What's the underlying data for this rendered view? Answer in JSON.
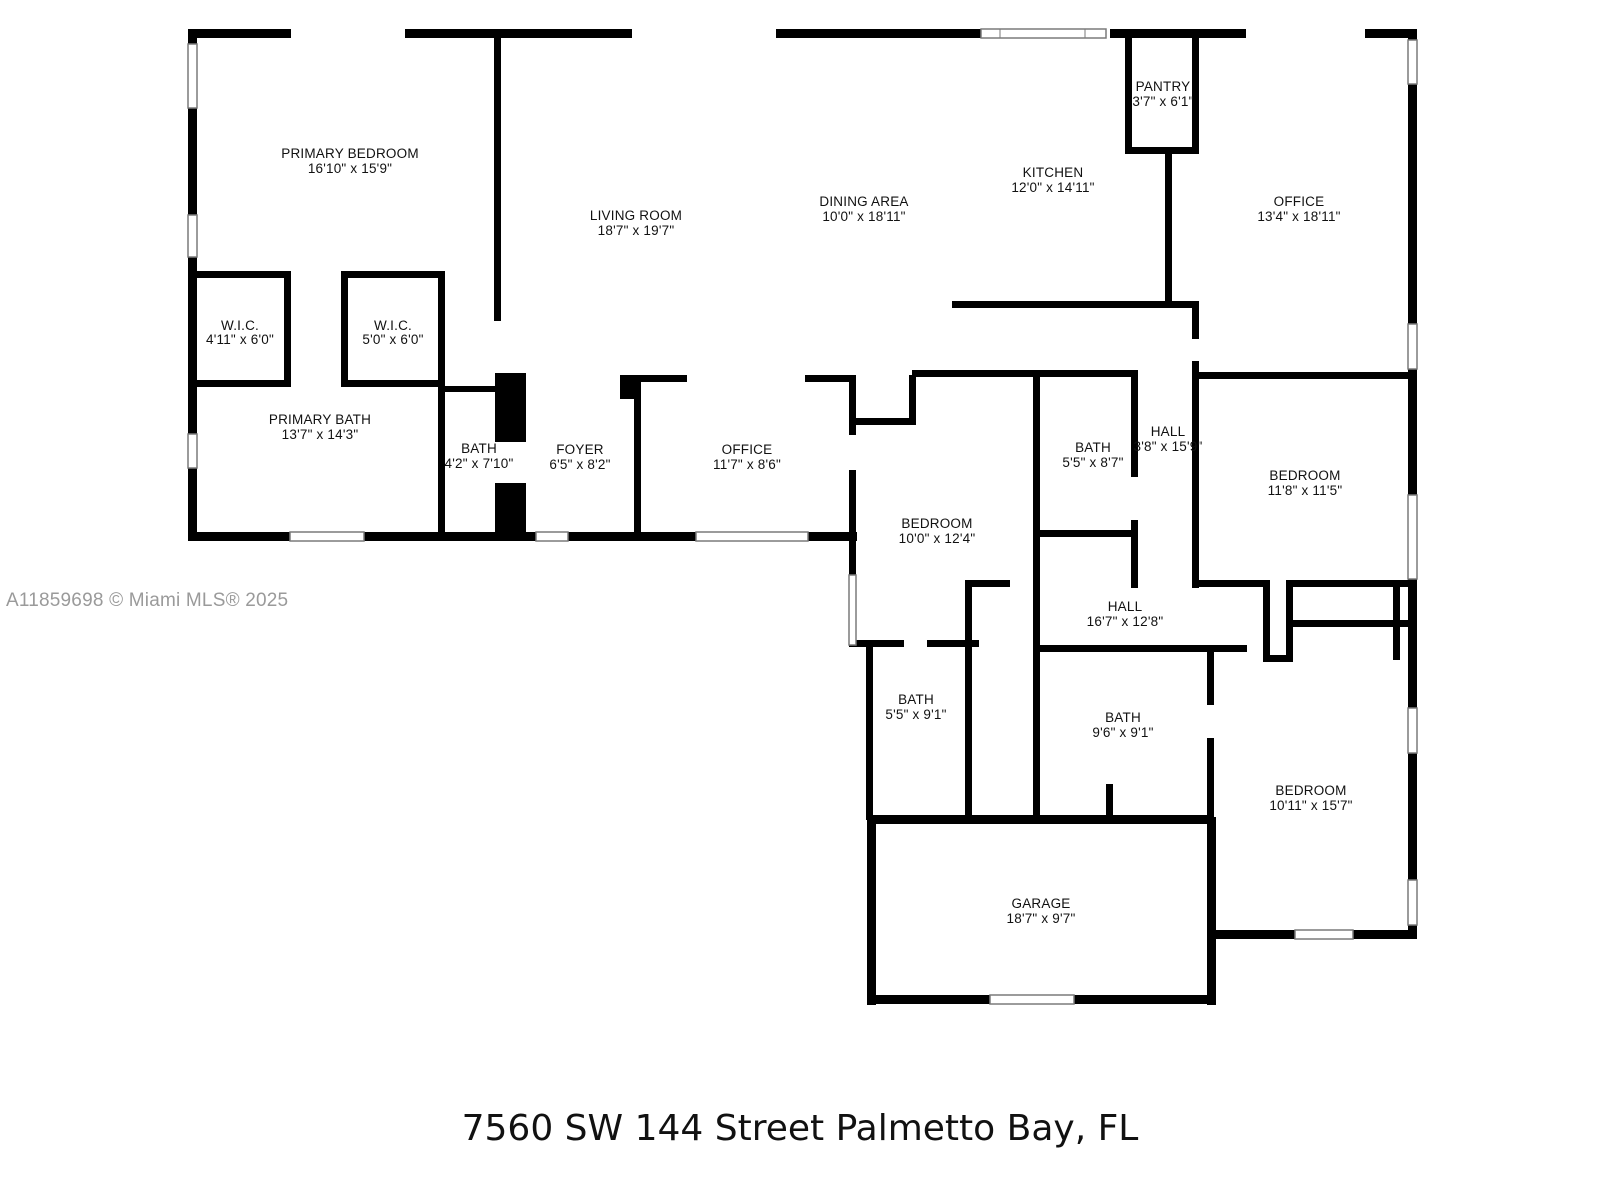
{
  "address": "7560 SW 144 Street Palmetto Bay, FL",
  "watermark": "A11859698 © Miami MLS® 2025",
  "rooms": {
    "primary_bedroom": {
      "name": "PRIMARY BEDROOM",
      "dims": "16'10\" x 15'9\""
    },
    "living_room": {
      "name": "LIVING ROOM",
      "dims": "18'7\" x 19'7\""
    },
    "dining_area": {
      "name": "DINING AREA",
      "dims": "10'0\" x 18'11\""
    },
    "kitchen": {
      "name": "KITCHEN",
      "dims": "12'0\" x 14'11\""
    },
    "pantry": {
      "name": "PANTRY",
      "dims": "3'7\" x 6'1\""
    },
    "office_ne": {
      "name": "OFFICE",
      "dims": "13'4\" x 18'11\""
    },
    "wic_left": {
      "name": "W.I.C.",
      "dims": "4'11\" x 6'0\""
    },
    "wic_right": {
      "name": "W.I.C.",
      "dims": "5'0\" x 6'0\""
    },
    "primary_bath": {
      "name": "PRIMARY BATH",
      "dims": "13'7\" x 14'3\""
    },
    "bath_small": {
      "name": "BATH",
      "dims": "4'2\" x 7'10\""
    },
    "foyer": {
      "name": "FOYER",
      "dims": "6'5\" x 8'2\""
    },
    "office_front": {
      "name": "OFFICE",
      "dims": "11'7\" x 8'6\""
    },
    "bedroom_mid": {
      "name": "BEDROOM",
      "dims": "10'0\" x 12'4\""
    },
    "bath_mid": {
      "name": "BATH",
      "dims": "5'5\" x 8'7\""
    },
    "hall_upper": {
      "name": "HALL",
      "dims": "3'8\" x 15'9\""
    },
    "bedroom_east": {
      "name": "BEDROOM",
      "dims": "11'8\" x 11'5\""
    },
    "hall_lower": {
      "name": "HALL",
      "dims": "16'7\" x 12'8\""
    },
    "bath_sw": {
      "name": "BATH",
      "dims": "5'5\" x 9'1\""
    },
    "bath_center": {
      "name": "BATH",
      "dims": "9'6\" x 9'1\""
    },
    "bedroom_se": {
      "name": "BEDROOM",
      "dims": "10'11\" x 15'7\""
    },
    "garage": {
      "name": "GARAGE",
      "dims": "18'7\" x 9'7\""
    }
  }
}
